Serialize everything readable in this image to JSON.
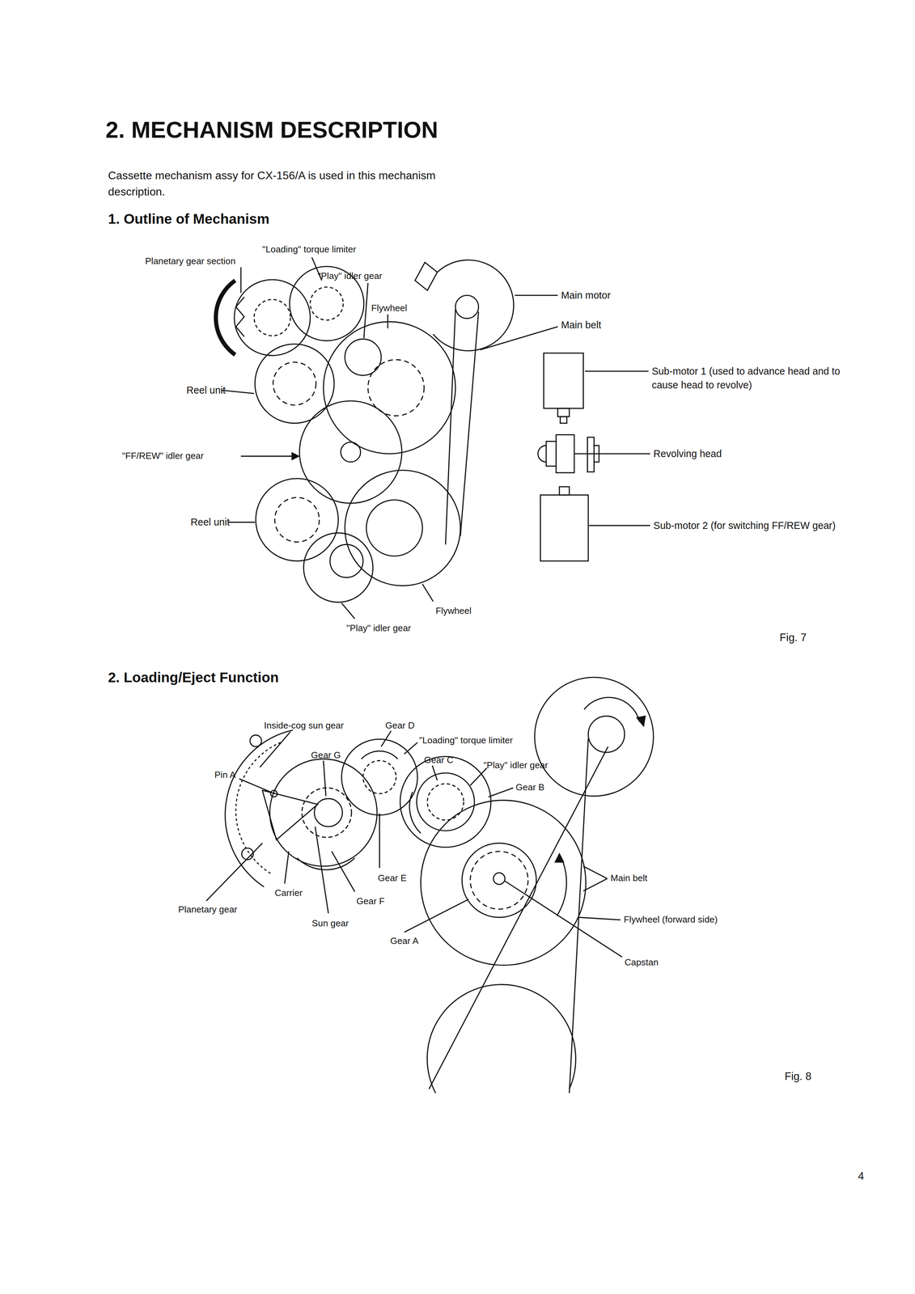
{
  "diagram": {
    "title": "2. MECHANISM DESCRIPTION",
    "labels": [
      "Cassette mechanism assy for CX-156/A is used in this mechanism description.",
      "1. Outline of Mechanism",
      "\"Loading\" torque limiter",
      "Planetary gear section",
      "\"Play\" idler gear",
      "Flywheel",
      "Main motor",
      "Main belt",
      "Sub-motor 1 (used to advance head and to cause head to revolve)",
      "Reel unit",
      "Revolving head",
      "\"FF/REW\" idler gear",
      "Reel unit",
      "Sub-motor 2 (for switching FF/REW gear)",
      "Flywheel",
      "\"Play\" idler gear",
      "Fig. 7",
      "2. Loading/Eject Function",
      "Inside-cog sun gear",
      "Gear D",
      "\"Loading\" torque limiter",
      "Gear G",
      "Gear C",
      "\"Play\" idler gear",
      "Pin A",
      "Gear B",
      "Gear E",
      "Main belt",
      "Carrier",
      "Gear F",
      "Flywheel (forward side)",
      "Planetary gear",
      "Sun gear",
      "Gear A",
      "Capstan",
      "Fig. 8",
      "4"
    ]
  }
}
